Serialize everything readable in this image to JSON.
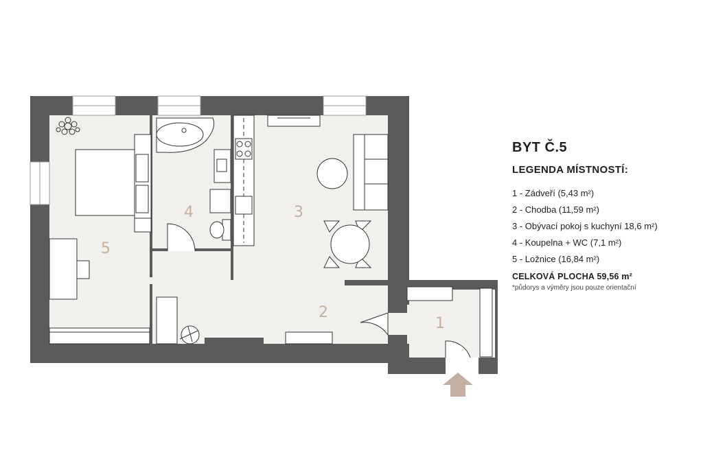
{
  "header": {
    "title": "BYT Č.5",
    "legend_title": "LEGENDA MÍSTNOSTÍ:"
  },
  "rooms": [
    {
      "label": "1 - Zádveří (5,43 m²)"
    },
    {
      "label": "2 - Chodba (11,59 m²)"
    },
    {
      "label": "3 - Obývací pokoj s kuchyní 18,6 m²)"
    },
    {
      "label": "4 - Koupelna + WC (7,1 m²)"
    },
    {
      "label": "5 - Ložnice (16,84 m²)"
    }
  ],
  "room_numbers": [
    "1",
    "2",
    "3",
    "4",
    "5"
  ],
  "total_area": "CELKOVÁ PLOCHA 59,56 m²",
  "note": "*půdorys a výměry jsou pouze orientační",
  "colors": {
    "wall": "#5b5b5b",
    "floor": "#f2f0ec",
    "room_number": "#c4b0a2",
    "entrance_arrow": "#c4b0a2"
  },
  "icons": [
    "entrance-arrow-icon",
    "plant-icon",
    "bathtub-icon",
    "sink-icon",
    "toilet-icon",
    "stove-icon",
    "sofa-icon",
    "dining-table-icon",
    "bed-icon",
    "desk-icon",
    "chair-icon"
  ]
}
